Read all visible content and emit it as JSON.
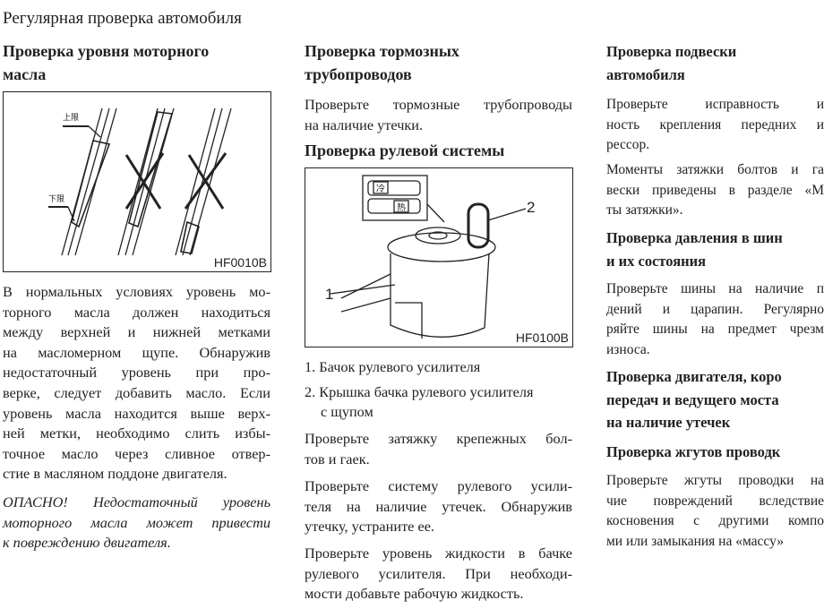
{
  "page_title": "Регулярная проверка автомобиля",
  "left": {
    "heading": [
      "Проверка уровня моторного",
      "масла"
    ],
    "figure": {
      "code": "HF0010B",
      "label_upper": "上限",
      "label_lower": "下限"
    },
    "p1": [
      "В нормальных условиях уровень мо-",
      "торного масла должен находиться",
      "между верхней и нижней метками",
      "на масломерном щупе. Обнаружив",
      "недостаточный уровень при про-",
      "верке, следует добавить масло. Если",
      "уровень масла находится выше верх-",
      "ней метки, необходимо слить избы-",
      "точное масло через сливное отвер-",
      "стие в масляном поддоне двигателя."
    ],
    "warning": [
      "ОПАСНО! Недостаточный уровень",
      "моторного масла может привести",
      "к повреждению двигателя."
    ]
  },
  "middle": {
    "heading1": [
      "Проверка тормозных",
      "трубопроводов"
    ],
    "p1": [
      "Проверьте тормозные трубопроводы",
      "на наличие утечки."
    ],
    "heading2": [
      "Проверка рулевой системы"
    ],
    "figure": {
      "code": "HF0100B",
      "callout1": "1",
      "callout2": "2",
      "mark_cold": "冷",
      "mark_hot": "热"
    },
    "list": [
      "1. Бачок рулевого усилителя",
      "2. Крышка бачка рулевого усилителя",
      "с щупом"
    ],
    "p2": [
      "Проверьте затяжку крепежных бол-",
      "тов и гаек."
    ],
    "p3": [
      "Проверьте систему рулевого усили-",
      "теля на наличие утечек. Обнаружив",
      "утечку, устраните ее."
    ],
    "p4": [
      "Проверьте уровень жидкости в бачке",
      "рулевого усилителя. При необходи-",
      "мости добавьте рабочую жидкость."
    ]
  },
  "right": {
    "heading1": [
      "Проверка подвески",
      "автомобиля"
    ],
    "p1": [
      "Проверьте исправность и",
      "ность крепления передних и",
      "рессор."
    ],
    "p2": [
      "Моменты затяжки болтов и га",
      "вески приведены в разделе «М",
      "ты затяжки»."
    ],
    "heading2": [
      "Проверка давления в шин",
      "и их состояния"
    ],
    "p3": [
      "Проверьте шины на наличие п",
      "дений и царапин. Регулярно",
      "ряйте шины на предмет чрезм",
      "износа."
    ],
    "heading3": [
      "Проверка двигателя, коро",
      "передач и ведущего моста",
      "на наличие утечек"
    ],
    "heading4": [
      "Проверка жгутов проводк"
    ],
    "p4": [
      "Проверьте жгуты проводки на",
      "чие повреждений вследствие",
      "косновения с другими компо",
      "ми или замыкания на «массу»"
    ]
  }
}
